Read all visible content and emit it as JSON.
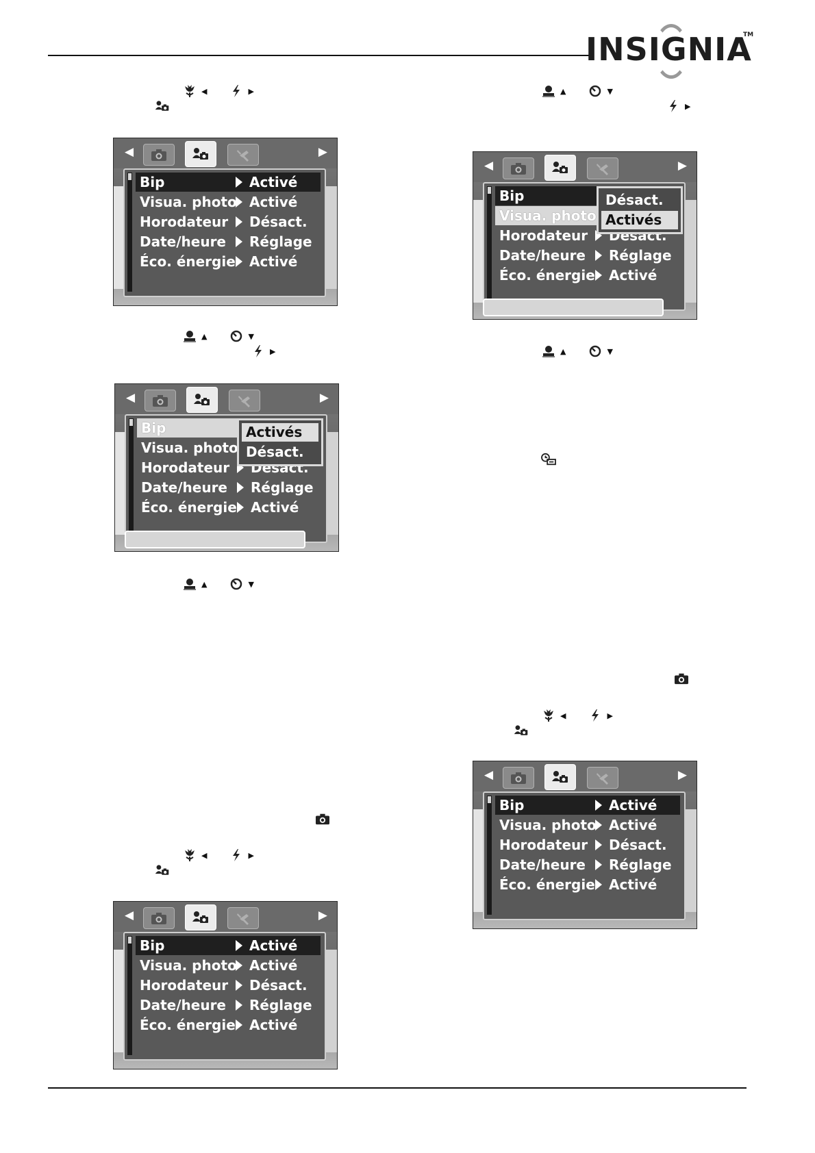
{
  "brand": {
    "logo_text": "INSIGNIA",
    "tm": "TM"
  },
  "menu": {
    "labels": [
      "Bip",
      "Visua. photo",
      "Horodateur",
      "Date/heure",
      "Éco. énergie"
    ],
    "values": [
      "Activé",
      "Activé",
      "Désact.",
      "Réglage",
      "Activé"
    ]
  },
  "popup_a": {
    "items": [
      "Activés",
      "Désact."
    ]
  },
  "popup_b": {
    "items": [
      "Désact.",
      "Activés"
    ]
  },
  "icons": {
    "macro": "macro-flower-icon",
    "flash": "flash-icon",
    "portrait": "portrait-icon",
    "selftimer": "self-timer-icon",
    "setup": "setup-camera-person-icon",
    "camera": "camera-icon",
    "timestamp": "timestamp-icon",
    "left_arrow": "◀",
    "right_arrow": "▶",
    "up_arrow": "▲",
    "down_arrow": "▼"
  },
  "colors": {
    "screen_bg": "#5f5f5f",
    "highlight": "#d8d8d8",
    "selected_row": "#1f1f1f"
  }
}
